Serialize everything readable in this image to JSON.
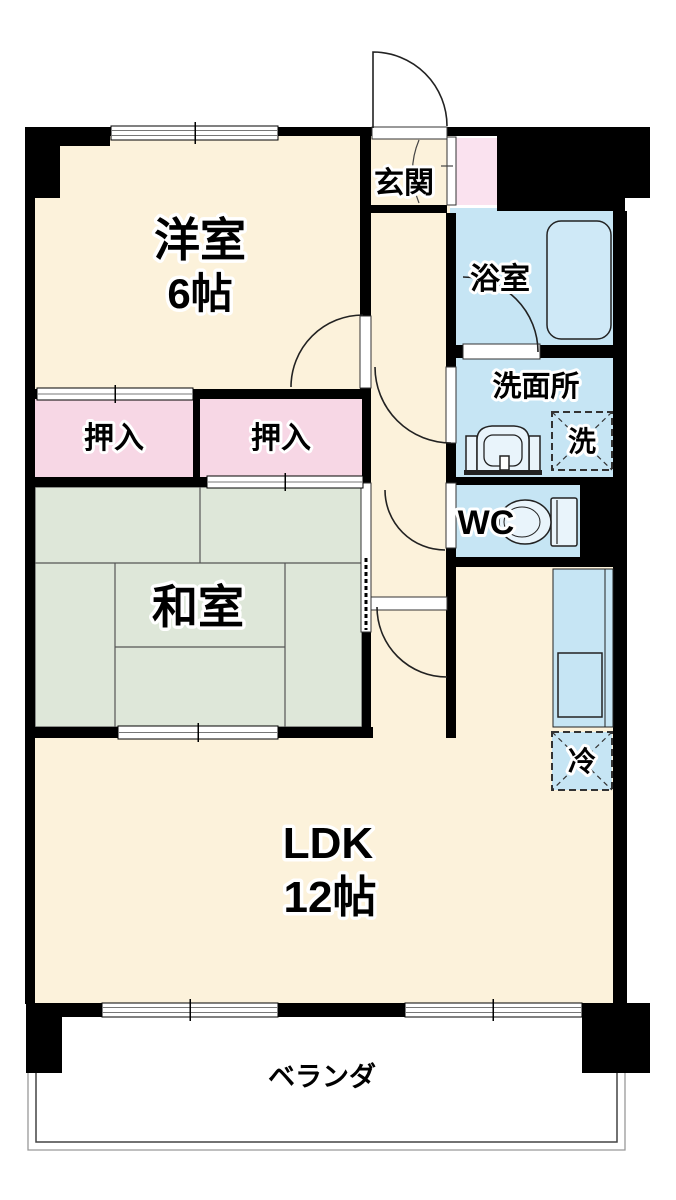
{
  "title": "2LDK apartment floor plan",
  "colors": {
    "wall": "#000000",
    "room_cream": "#FCF2DB",
    "water_blue": "#C6E5F4",
    "fixture_blue": "#E9F4FB",
    "closet_pink": "#F7D7E5",
    "shoe_pink": "#FAE2EF",
    "tatami_green": "#DEE7D9",
    "outline": "#222222",
    "outside": "#FFFFFF"
  },
  "rooms": {
    "western": {
      "name": "洋室",
      "size": "6帖"
    },
    "japanese": {
      "name": "和室"
    },
    "ldk": {
      "name": "LDK",
      "size": "12帖"
    },
    "entrance": {
      "name": "玄関"
    },
    "bath": {
      "name": "浴室"
    },
    "washroom": {
      "name": "洗面所"
    },
    "toilet": {
      "name": "WC"
    },
    "closet_left": {
      "name": "押入"
    },
    "closet_right": {
      "name": "押入"
    },
    "veranda": {
      "name": "ベランダ"
    }
  },
  "fixtures": {
    "washing_machine": {
      "label": "洗"
    },
    "refrigerator": {
      "label": "冷"
    },
    "bathtub": "bathtub",
    "washbasin": "washbasin",
    "toilet_bowl": "toilet",
    "kitchen_counter": "kitchen-counter-with-sink"
  }
}
